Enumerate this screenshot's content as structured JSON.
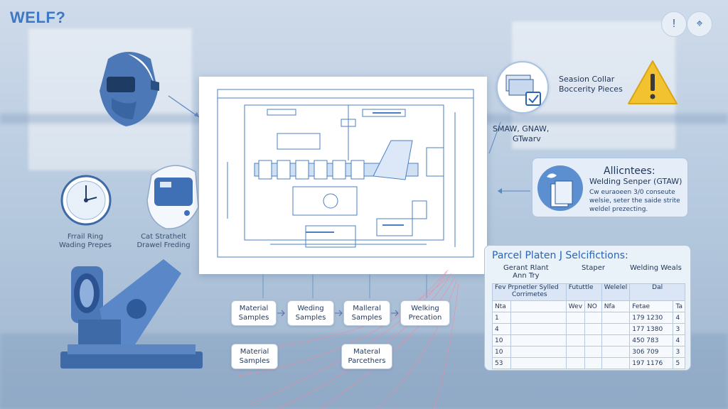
{
  "brand": "WELF?",
  "top_icons": [
    {
      "icon": "info-icon",
      "glyph": "!"
    },
    {
      "icon": "location-pin-icon",
      "glyph": "⌖"
    }
  ],
  "left_items": [
    {
      "icon": "welding-helmet-icon"
    },
    {
      "icon": "clock-gauge-icon",
      "caption_line1": "Frrail Ring",
      "caption_line2": "Wading Prepes"
    },
    {
      "icon": "auto-darkening-helmet-icon",
      "caption_line1": "Cat Strathelt",
      "caption_line2": "Drawel Freding"
    },
    {
      "icon": "welding-positioner-icon"
    }
  ],
  "flow": {
    "row1": [
      {
        "line1": "Material",
        "line2": "Samples"
      },
      {
        "line1": "Weding",
        "line2": "Samples"
      },
      {
        "line1": "Malleral",
        "line2": "Samples"
      },
      {
        "line1": "Welking",
        "line2": "Precation"
      }
    ],
    "row2": [
      {
        "line1": "Material",
        "line2": "Samples"
      },
      {
        "line1": "Materal",
        "line2": "Parcethers"
      }
    ]
  },
  "right": {
    "session_line1": "Seasion Collar",
    "session_line2": "Boccerity Pieces",
    "process_line1": "SMAW, GNAW,",
    "process_line2": "GTwarv",
    "card": {
      "title": "Allicntees:",
      "subtitle": "Welding Senper (GTAW)",
      "body_line1": "Cw euraoeen 3/0 conseute",
      "body_line2": "welsie, seter the saide strite",
      "body_line3": "weldel prezecting."
    }
  },
  "spec": {
    "title": "Parcel Platen J Selcifictions:",
    "head1_line1": "Gerant Rlant",
    "head1_line2": "Ann   Try",
    "head2": "Staper",
    "head3": "Welding Weals",
    "subheader": [
      "Fev  Prpnetler Sylled",
      "Corrimetes",
      "Fututtle",
      "Welelel",
      "Dal"
    ],
    "col_headers": [
      "Nta",
      "",
      "Wev",
      "NO",
      "Nfa",
      "Fetae",
      "Ta"
    ],
    "rows": [
      [
        "1",
        "",
        "",
        "",
        "",
        "179    1230",
        "4"
      ],
      [
        "4",
        "",
        "",
        "",
        "",
        "177    1380",
        "3"
      ],
      [
        "10",
        "",
        "",
        "",
        "",
        "450    783",
        "4"
      ],
      [
        "10",
        "",
        "",
        "",
        "",
        "306    709",
        "3"
      ],
      [
        "53",
        "",
        "",
        "",
        "",
        "197    1176",
        "5"
      ]
    ]
  },
  "colors": {
    "accent": "#3d78c6",
    "blueprint_line": "#4a7fc4",
    "warning": "#f2c230",
    "spark": "#f08aa0"
  }
}
